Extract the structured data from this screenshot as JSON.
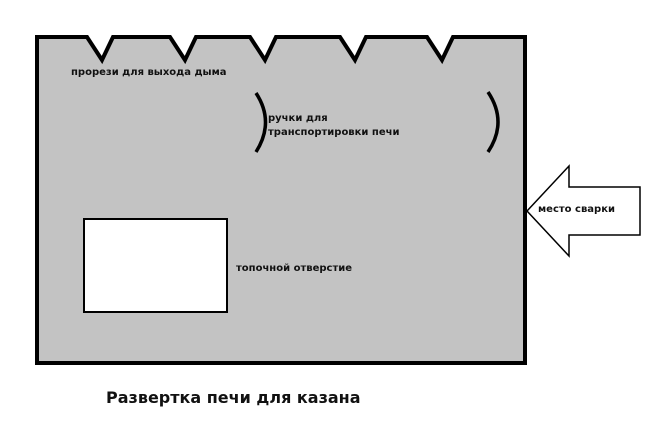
{
  "labels": {
    "slots": "прорези для выхода дыма",
    "handles_line1": "ручки для",
    "handles_line2": "транспортировки печи",
    "firebox": "топочной отверстие",
    "weld": "место сварки"
  },
  "title": "Развертка печи для казана",
  "colors": {
    "sheet": "#c3c3c3",
    "stroke": "#000000",
    "opening": "#ffffff"
  }
}
